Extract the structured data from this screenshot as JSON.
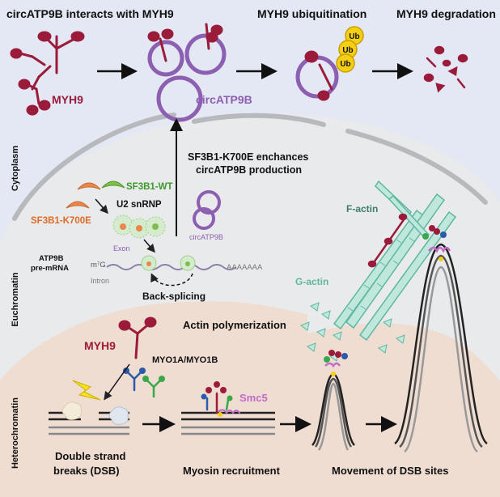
{
  "colors": {
    "cytoplasm": "#e3e8f4",
    "nucleus": "#e9eaec",
    "heterochromatin": "#f0ddd2",
    "myh9": "#9b1b3a",
    "circ": "#8c5fb0",
    "ub_fill": "#f5cf13",
    "sf3b1_wt": "#7dbf4a",
    "sf3b1_mut": "#e8874a",
    "actin": "#7fcdb9",
    "smc5": "#c36bc8"
  },
  "top": {
    "step1": "circATP9B interacts with MYH9",
    "step2": "MYH9 ubiquitination",
    "step3": "MYH9 degradation",
    "myh9_label": "MYH9",
    "circ_label": "circATP9B",
    "ub1": "Ub",
    "ub2": "Ub",
    "ub3": "Ub"
  },
  "side": {
    "cytoplasm": "Cytoplasm",
    "euchromatin": "Euchromatin",
    "heterochromatin": "Heterochromatin"
  },
  "mid": {
    "enhance1": "SF3B1-K700E enchances",
    "enhance2": "circATP9B production",
    "sf3b1_wt": "SF3B1-WT",
    "sf3b1_mut": "SF3B1-K700E",
    "u2": "U2 snRNP",
    "circ_small": "circATP9B",
    "exon": "Exon",
    "atp9b1": "ATP9B",
    "atp9b2": "pre-mRNA",
    "m7g": "m⁷G",
    "intron": "Intron",
    "polya": "AAAAAAA",
    "backsplicing": "Back-splicing",
    "factin": "F-actin",
    "gactin": "G-actin",
    "actin_poly": "Actin polymerization"
  },
  "bottom": {
    "myh9": "MYH9",
    "myo": "MYO1A/MYO1B",
    "smc5": "Smc5",
    "dsb1": "Double strand",
    "dsb2": "breaks (DSB)",
    "recruit": "Myosin  recruitment",
    "movement": "Movement of DSB sites"
  }
}
